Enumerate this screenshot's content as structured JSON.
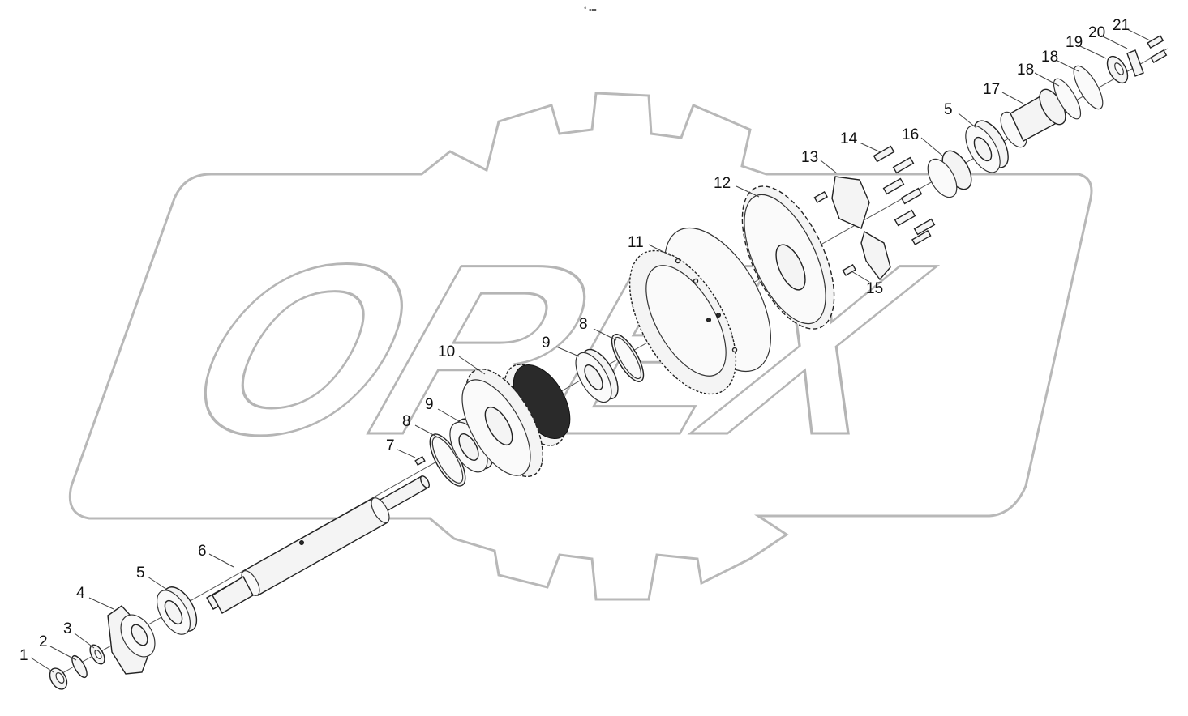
{
  "header": {
    "mark": "° ▪▪▪"
  },
  "watermark": {
    "text": "OREX"
  },
  "callouts": [
    "1",
    "2",
    "3",
    "4",
    "5",
    "6",
    "7",
    "8",
    "9",
    "10",
    "8",
    "9",
    "11",
    "12",
    "13",
    "14",
    "15",
    "16",
    "5",
    "17",
    "18",
    "18",
    "19",
    "20",
    "21"
  ]
}
